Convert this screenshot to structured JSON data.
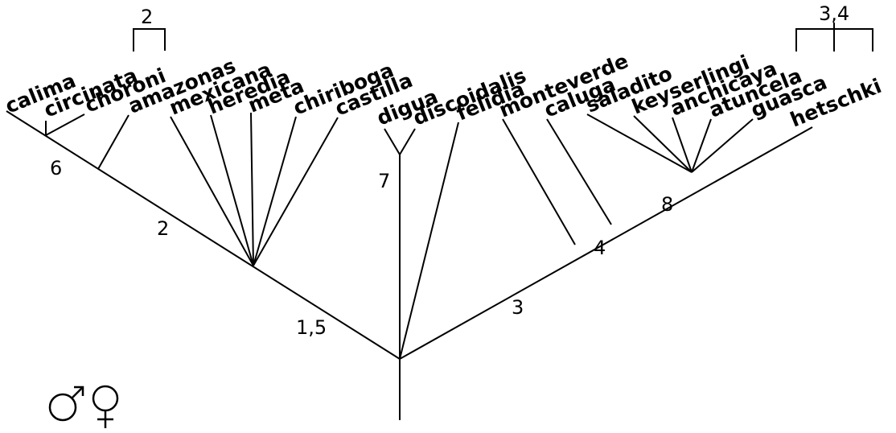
{
  "taxa": [
    "calima",
    "circinata",
    "choroni",
    "amazonas",
    "mexicana",
    "heredia",
    "meta",
    "chiriboga",
    "castilla",
    "digua",
    "discoidalis",
    "felidia",
    "monteverde",
    "caluga",
    "saladito",
    "keyserlingi",
    "anchicaya",
    "atuncela",
    "guasca",
    "hetschki"
  ],
  "branch_labels": {
    "six": "6",
    "two": "2",
    "one_five": "1,5",
    "seven": "7",
    "three": "3",
    "four": "4",
    "eight": "8",
    "bracket_left": "2",
    "bracket_right": "3,4"
  },
  "legend": {
    "symbol_names": [
      "male-symbol-icon",
      "female-symbol-icon"
    ]
  }
}
